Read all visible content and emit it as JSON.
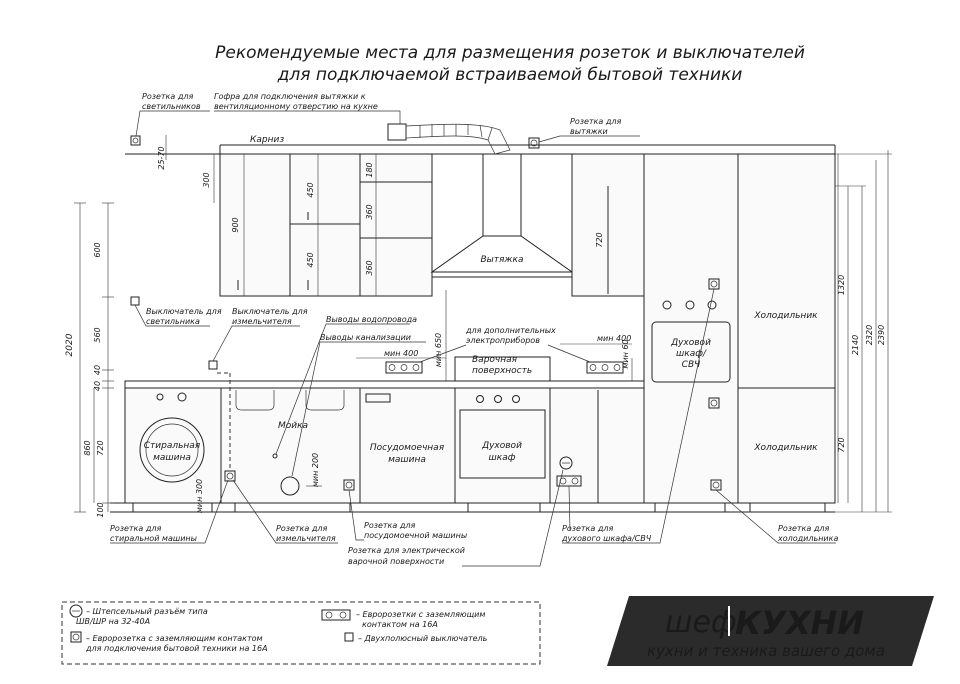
{
  "title": {
    "line1": "Рекомендуемые места для размещения розеток и выключателей",
    "line2": "для подключаемой встраиваемой бытовой техники"
  },
  "labels": {
    "socket_lights": [
      "Розетка для",
      "светильников"
    ],
    "corrugation": [
      "Гофра для подключения вытяжки к",
      "вентиляционному отверстию на кухне"
    ],
    "socket_hood": [
      "Розетка для",
      "вытяжки"
    ],
    "cornice": "Карниз",
    "hood": "Вытяжка",
    "switch_lights": [
      "Выключатель для",
      "светильника"
    ],
    "switch_grinder": [
      "Выключатель для",
      "измельчителя"
    ],
    "water_outlets": "Выводы водопровода",
    "sewer_outlets": "Выводы канализации",
    "extra_appliances": [
      "для дополнительных",
      "электроприборов"
    ],
    "cooktop": [
      "Варочная",
      "поверхность"
    ],
    "oven_microwave": [
      "Духовой",
      "шкаф/",
      "СВЧ"
    ],
    "fridge_top": "Холодильник",
    "fridge_bottom": "Холодильник",
    "washer": [
      "Стиральная",
      "машина"
    ],
    "sink": "Мойка",
    "dishwasher": [
      "Посудомоечная",
      "машина"
    ],
    "oven": [
      "Духовой",
      "шкаф"
    ],
    "socket_washer": [
      "Розетка для",
      "стиральной машины"
    ],
    "socket_grinder": [
      "Розетка для",
      "измельчителя"
    ],
    "socket_dishwasher": [
      "Розетка для",
      "посудомоечной машины"
    ],
    "socket_cooktop": [
      "Розетка для электрической",
      "варочной поверхности"
    ],
    "socket_oven": [
      "Розетка для",
      "духового шкафа/СВЧ"
    ],
    "socket_fridge": [
      "Розетка для",
      "холодильника"
    ]
  },
  "dimensions": {
    "d25_70": "25-70",
    "d300": "300",
    "d900": "900",
    "d450a": "450",
    "d450b": "450",
    "d180": "180",
    "d360a": "360",
    "d360b": "360",
    "d720_upper": "720",
    "d600_left": "600",
    "d560": "560",
    "d40a": "40",
    "d40b": "40",
    "d860": "860",
    "d720_left": "720",
    "d100": "100",
    "d2020": "2020",
    "min400_left": "мин 400",
    "min650": "мин 650",
    "min400_right": "мин 400",
    "min60": "мин 60",
    "min200": "мин 200",
    "min300": "мин 300",
    "d1320": "1320",
    "d720_right": "720",
    "d2140": "2140",
    "d2320": "2320",
    "d2390": "2390"
  },
  "legend": {
    "item1": [
      "– Штепсельный разъём типа",
      "ШВ/ШР на 32-40А"
    ],
    "item2": [
      "– Евророзетка с заземляющим контактом",
      "для подключения бытовой техники на 16А"
    ],
    "item3": [
      "– Евророзетки с заземляющим",
      "контактом на 16А"
    ],
    "item4": "– Двухполюсный выключатель"
  },
  "logo": {
    "part1": "шеф",
    "part2": "КУХНИ",
    "tagline": "кухни и техника вашего дома",
    "bg_color": "#2b2b2b",
    "accent_color": "#e8462a"
  }
}
